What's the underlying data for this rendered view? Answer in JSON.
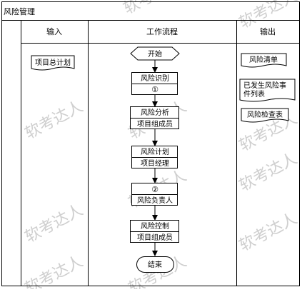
{
  "diagram": {
    "title": "风险管理",
    "lanes": {
      "input": "输入",
      "process": "工作流程",
      "output": "输出"
    },
    "inputs": [
      {
        "id": "project-master-plan",
        "label": "项目总计划"
      }
    ],
    "process": {
      "start": "开始",
      "end": "结束",
      "steps": [
        {
          "id": "risk-identification",
          "top": "风险识别",
          "bottom": "①"
        },
        {
          "id": "risk-analysis",
          "top": "风险分析",
          "bottom": "项目组成员"
        },
        {
          "id": "risk-planning",
          "top": "风险计划",
          "bottom": "项目经理"
        },
        {
          "id": "risk-owner",
          "top": "②",
          "bottom": "风险负责人"
        },
        {
          "id": "risk-control",
          "top": "风险控制",
          "bottom": "项目组成员"
        }
      ]
    },
    "outputs": [
      {
        "id": "risk-list",
        "lines": [
          "风险清单"
        ]
      },
      {
        "id": "occurred-risk-event-list",
        "lines": [
          "已发生风险事",
          "件列表"
        ]
      },
      {
        "id": "risk-checklist",
        "lines": [
          "风险检查表"
        ]
      }
    ],
    "watermark": "软考达人"
  }
}
